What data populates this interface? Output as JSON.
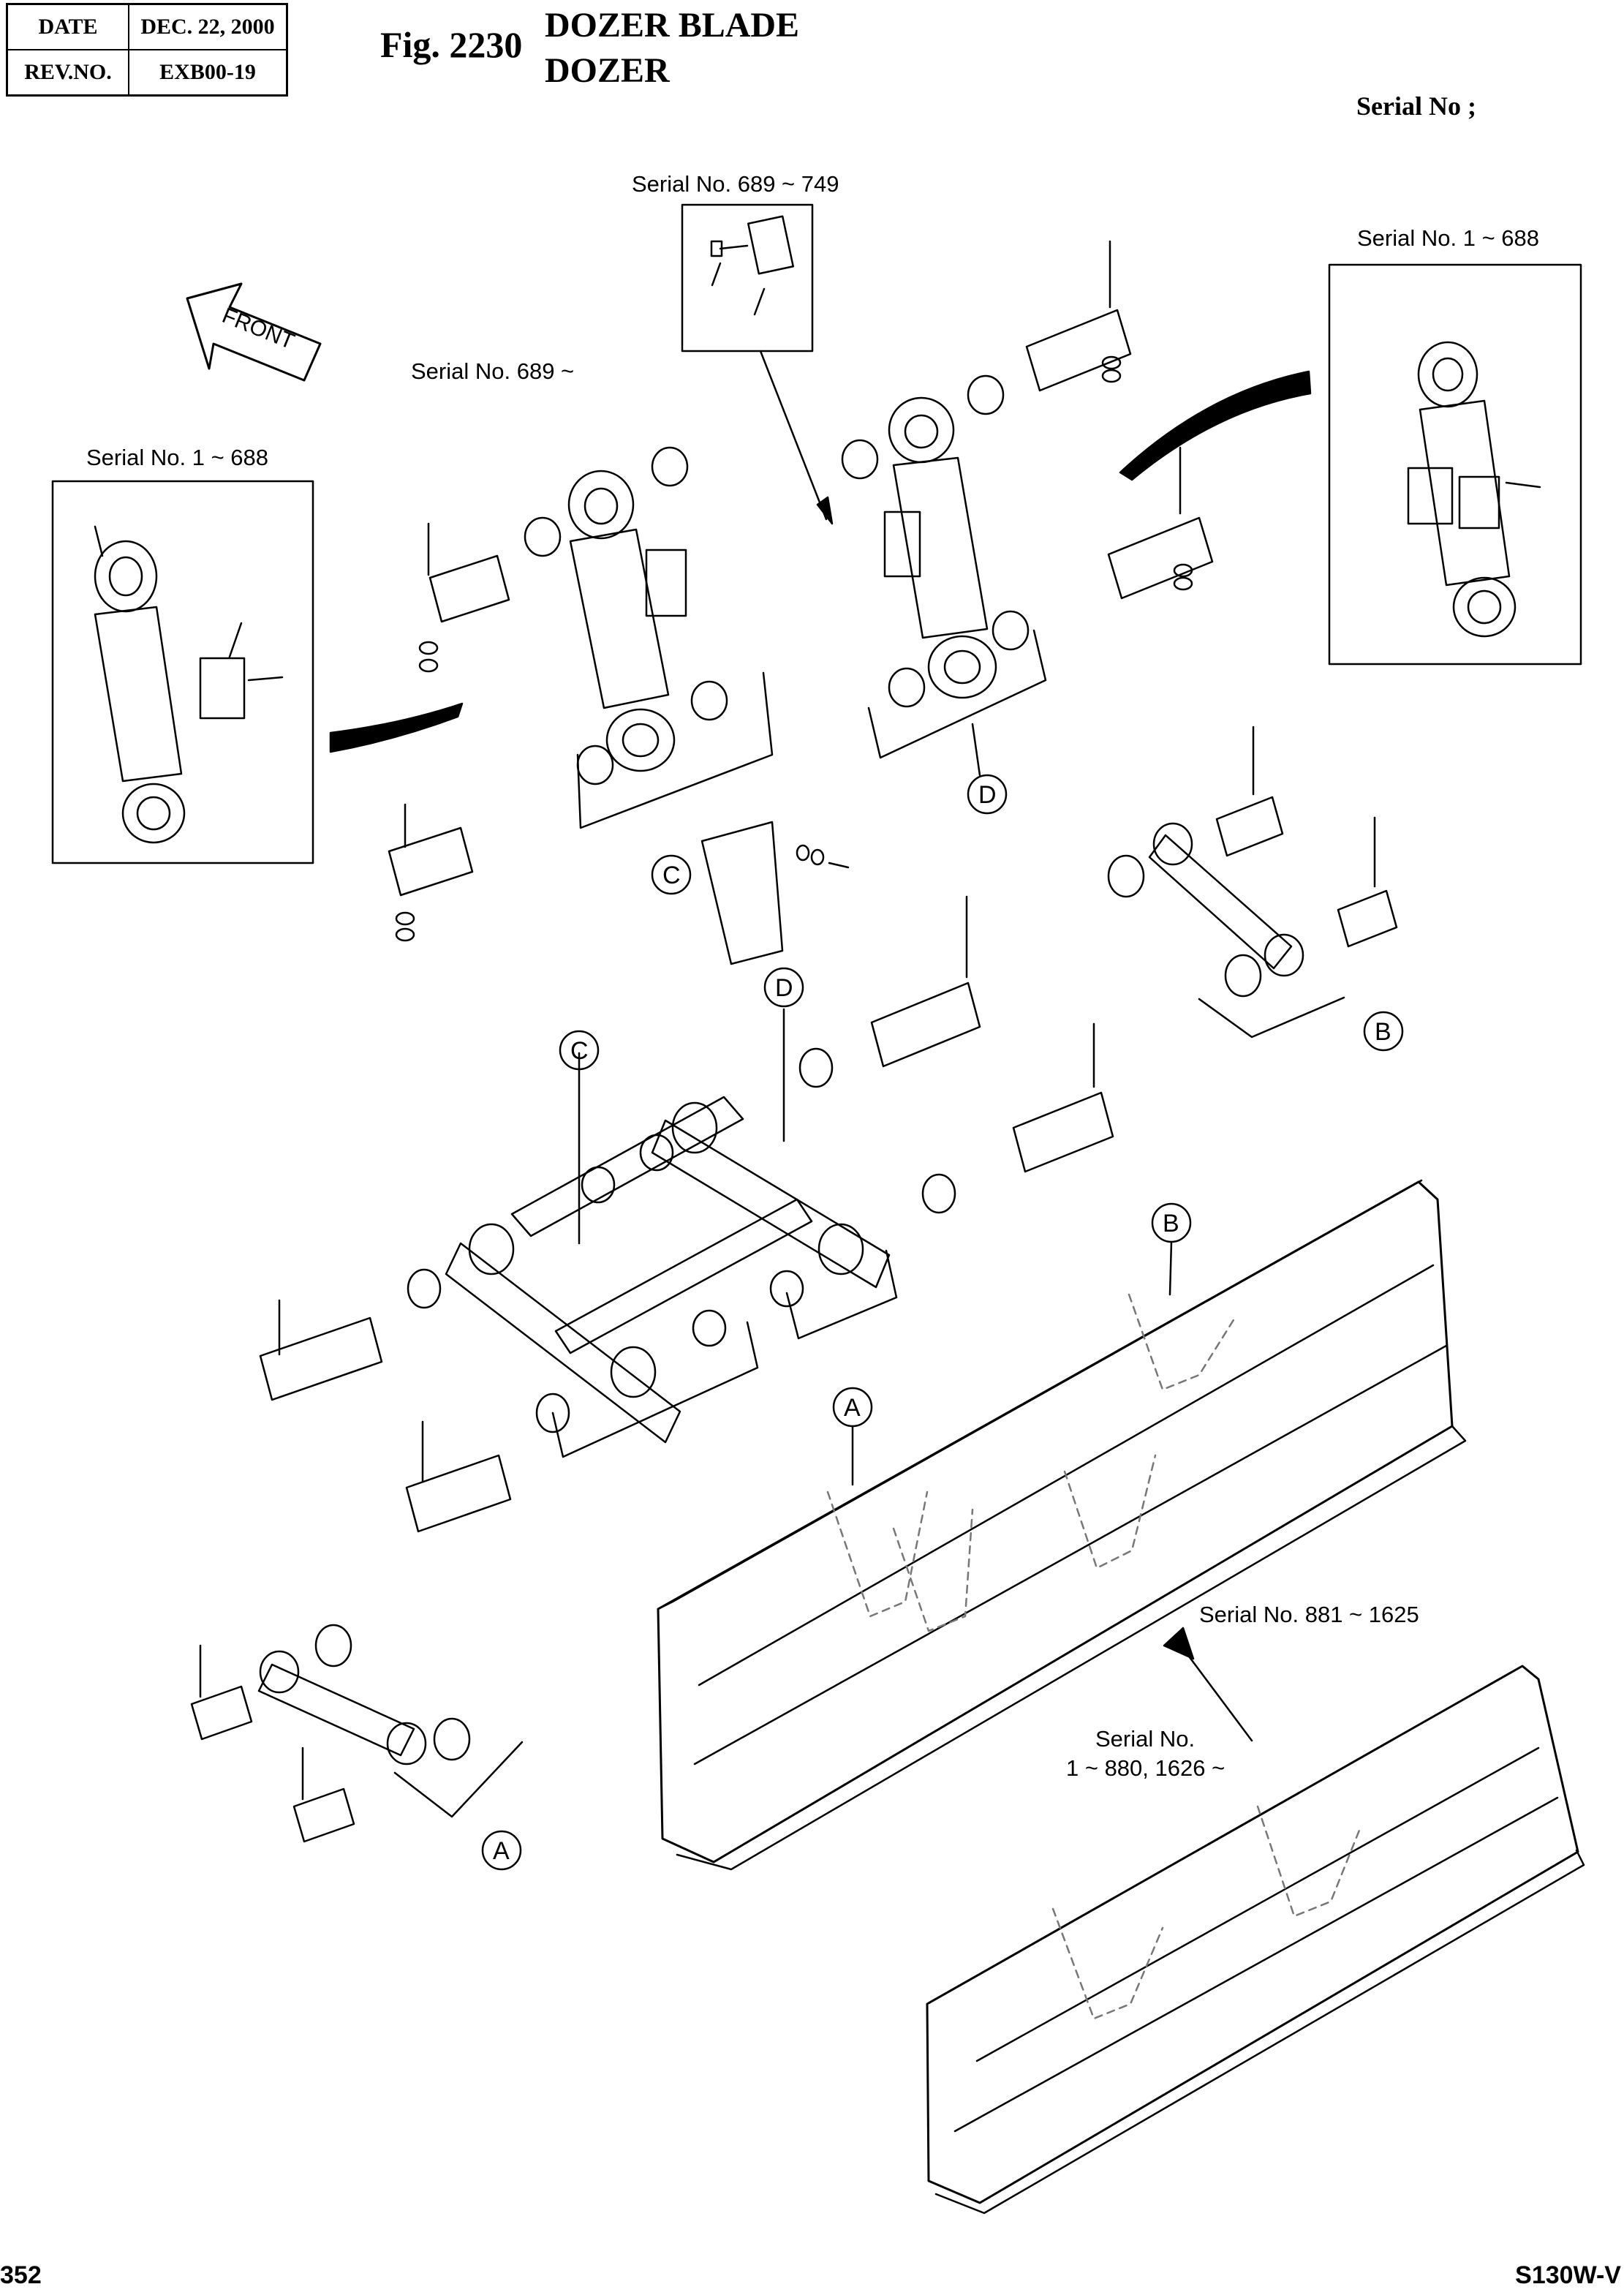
{
  "header": {
    "date_label": "DATE",
    "date_value": "DEC. 22, 2000",
    "rev_label": "REV.NO.",
    "rev_value": "EXB00-19",
    "fig_number": "Fig. 2230",
    "title_line1": "DOZER BLADE",
    "title_line2": "DOZER",
    "serial_header": "Serial No ;"
  },
  "callouts": {
    "serial_689_749": "Serial No. 689 ~ 749",
    "serial_1_688_right": "Serial No. 1 ~ 688",
    "serial_689_plus": "Serial No. 689 ~",
    "serial_1_688_left": "Serial No. 1 ~ 688",
    "serial_881_1625": "Serial No. 881 ~ 1625",
    "serial_other_line1": "Serial No.",
    "serial_other_line2": "1 ~ 880, 1626 ~"
  },
  "front_arrow": "FRONT",
  "labels": {
    "A": "A",
    "B": "B",
    "C": "C",
    "D": "D"
  },
  "footer": {
    "page_number": "352",
    "model": "S130W-V"
  },
  "colors": {
    "ink": "#000000",
    "paper": "#ffffff",
    "hidden_line": "#777777"
  }
}
